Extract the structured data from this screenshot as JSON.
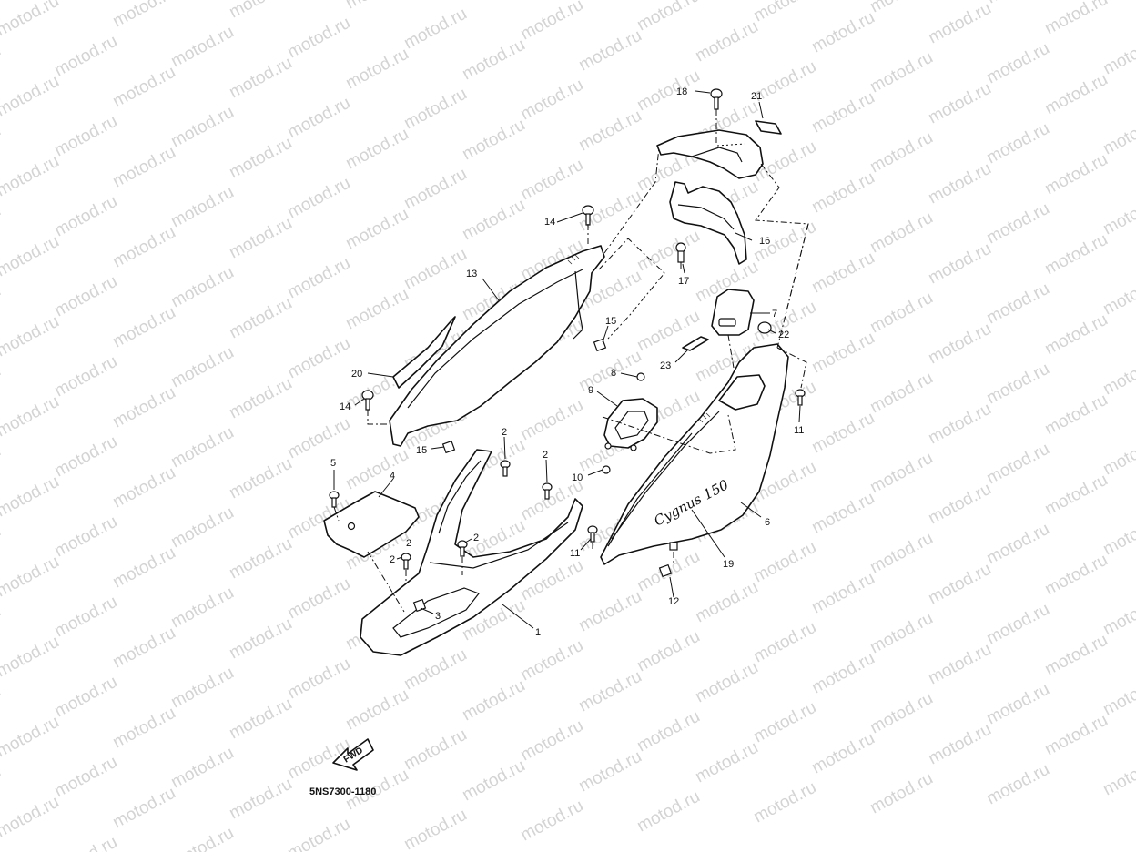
{
  "watermark": {
    "text": "motod.ru"
  },
  "diagram": {
    "reference_code": "5NS7300-1180",
    "direction_label": "FWD",
    "emblem_text": "Cygnus 150",
    "callouts": [
      "1",
      "2",
      "2",
      "2",
      "2",
      "2",
      "3",
      "4",
      "5",
      "6",
      "7",
      "8",
      "9",
      "10",
      "11",
      "11",
      "12",
      "13",
      "14",
      "14",
      "15",
      "15",
      "16",
      "17",
      "18",
      "19",
      "20",
      "21",
      "22",
      "23"
    ]
  },
  "colors": {
    "ink": "#111111",
    "watermark": "#d4d4d4",
    "paper": "#ffffff"
  }
}
